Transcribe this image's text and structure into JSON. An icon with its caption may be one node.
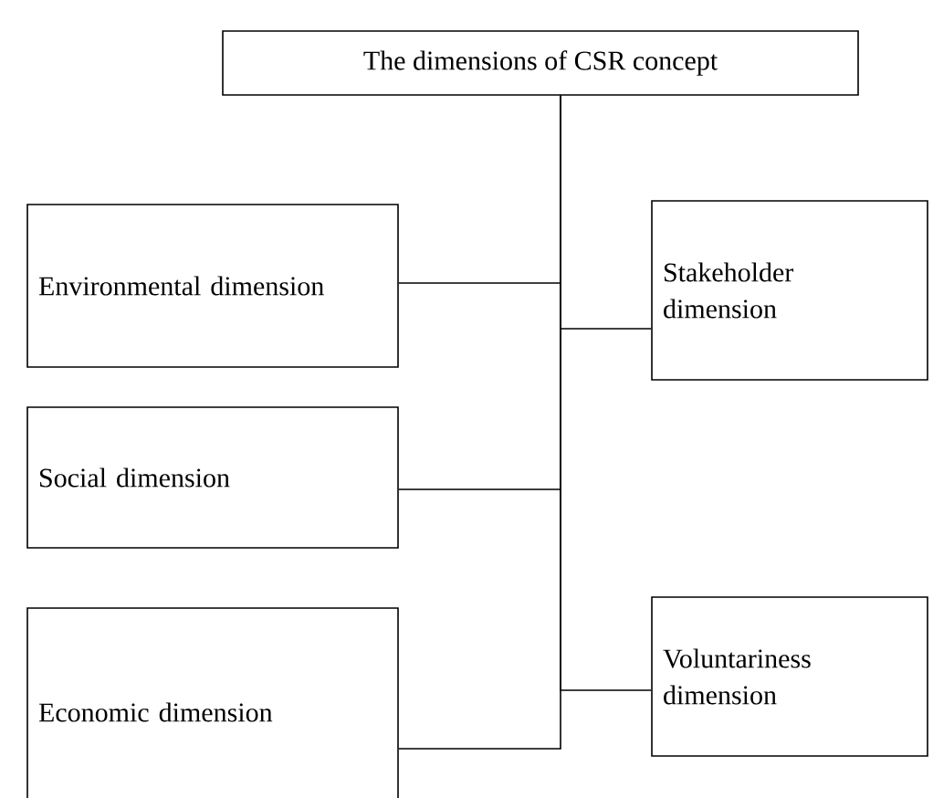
{
  "diagram": {
    "nodes": [
      {
        "text": [
          "The dimensions of CSR concept"
        ]
      },
      {
        "text": [
          "Environmental dimension"
        ]
      },
      {
        "text": [
          "Stakeholder dimension"
        ]
      },
      {
        "text": [
          "Social dimension"
        ]
      },
      {
        "text": [
          "Voluntariness dimension"
        ]
      },
      {
        "text": [
          "Economic dimension"
        ]
      }
    ],
    "edges": [
      {
        "from": 0,
        "to": 1,
        "arrow": "none"
      },
      {
        "from": 0,
        "to": 2,
        "arrow": "none"
      },
      {
        "from": 0,
        "to": 3,
        "arrow": "none"
      },
      {
        "from": 0,
        "to": 4,
        "arrow": "none"
      },
      {
        "from": 0,
        "to": 5,
        "arrow": "none"
      }
    ]
  }
}
